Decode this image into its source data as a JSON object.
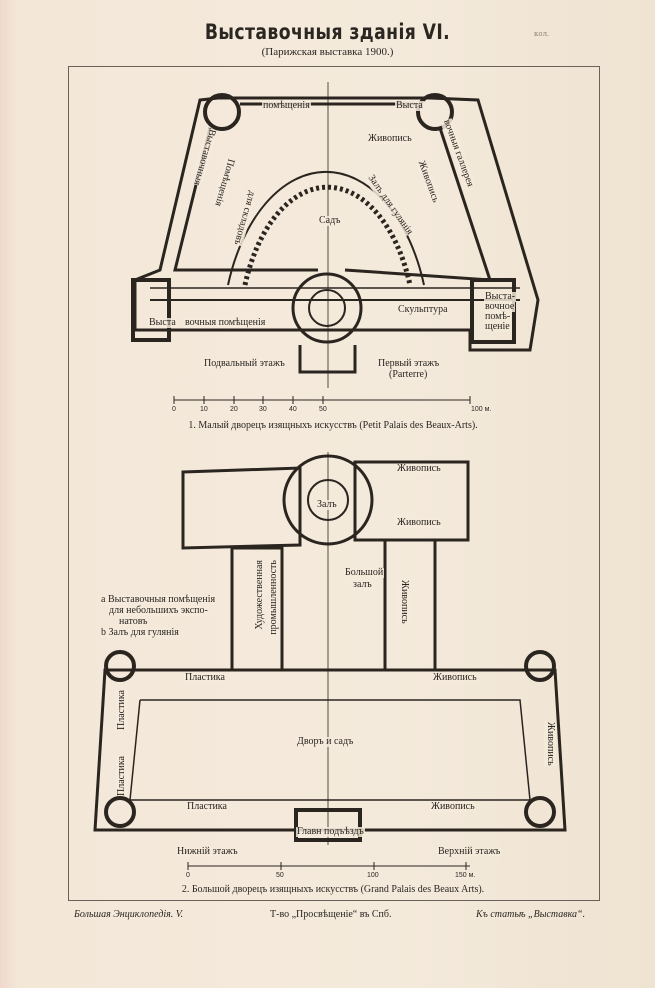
{
  "header": {
    "title": "Выставочныя зданія VI.",
    "subtitle": "(Парижская выставка 1900.)",
    "stamp": "кол."
  },
  "plan1": {
    "labels": {
      "pomeshcheniya": "помѣщенія",
      "vysta_tr": "Выста",
      "zhivopis_top": "Живопись",
      "vystavochnye_left": "Выставочныя",
      "vystavochnye_right": "вочныя галлерея",
      "pomeshcheniya_dlya": "Помѣщенія",
      "dlya_skladov": "для складовъ",
      "zal_dlya_gulyaniya": "Залъ для гулянія",
      "zhivopis_right": "Живопись",
      "sad": "Садъ",
      "vysta_bl": "Выста",
      "vochnye_pomeshcheniya": "вочныя помѣщенія",
      "skulptura": "Скульптура",
      "vystavochnoe": "Выста-",
      "vochnoe": "вочное",
      "pome": "помѣ-",
      "shchenie": "щеніе",
      "podvalny": "Подвальный этажъ",
      "pervy": "Первый этажъ",
      "parterre": "(Parterre)"
    },
    "scale_ticks": [
      "0",
      "10",
      "20",
      "30",
      "40",
      "50",
      "100 м."
    ],
    "caption": "1. Малый дворецъ изящныхъ искусствъ (Petit Palais des Beaux-Arts)."
  },
  "plan2": {
    "labels": {
      "zhivopis_a": "Живопись",
      "zal": "Залъ",
      "zhivopis_b": "Живопись",
      "bolshoy": "Большой",
      "zal2": "залъ",
      "zhivopis_vert": "Живопись",
      "khudozh": "Художественная",
      "promysh": "промышленность",
      "legend_a1": "a Выставочныя помѣщенія",
      "legend_a2": "для небольшихъ экспо-",
      "legend_a3": "натовъ",
      "legend_b": "b Залъ для гулянія",
      "plastika_top": "Пластика",
      "zhivopis_mid": "Живопись",
      "plastika_l1": "Пластика",
      "plastika_l2": "Пластика",
      "zhivopis_r": "Живопись",
      "dvor": "Дворъ и садъ",
      "plastika_bot": "Пластика",
      "zhivopis_bot": "Живопись",
      "glavn": "Главн подъѣздъ",
      "nizhniy": "Нижній этажъ",
      "verkhniy": "Верхній этажъ"
    },
    "scale_ticks": [
      "0",
      "50",
      "100",
      "150 м."
    ],
    "caption": "2. Большой дворецъ изящныхъ искусствъ (Grand Palais des Beaux Arts)."
  },
  "footer": {
    "left": "Большая Энциклопедія. V.",
    "center": "Т-во „Просвѣщеніе“ въ Спб.",
    "right": "Къ статьѣ „Выставка“."
  }
}
